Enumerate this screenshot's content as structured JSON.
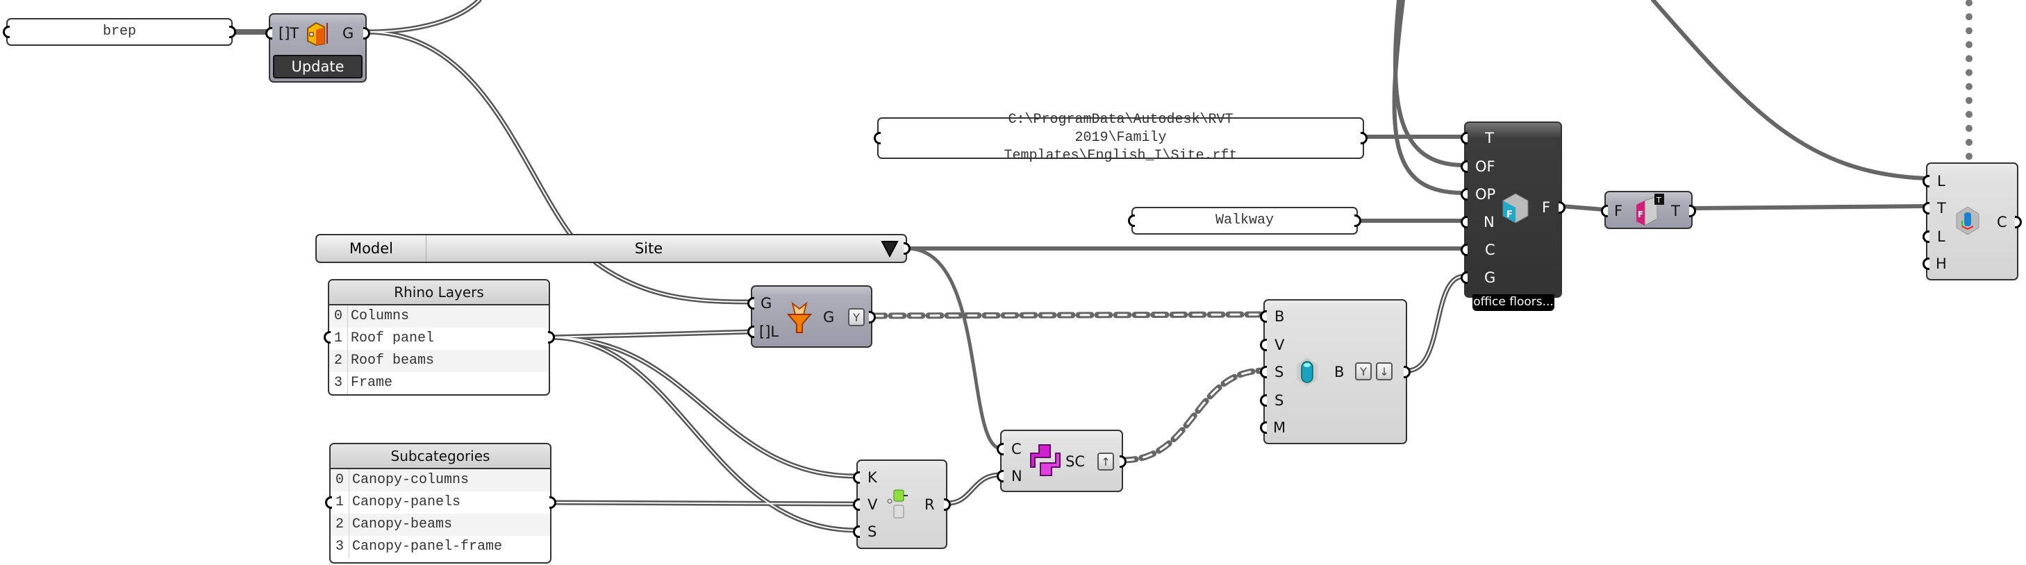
{
  "canvas": {
    "wire_color": "#666666",
    "background": "#ffffff"
  },
  "brep_panel": {
    "text": "brep"
  },
  "geometry_component": {
    "input": "[]T",
    "output": "G",
    "button": "Update",
    "icon": "building-geometry-icon"
  },
  "value_list": {
    "label": "Model",
    "selected": "Site",
    "icon": "dropdown-triangle-icon"
  },
  "rhino_layers": {
    "title": "Rhino Layers",
    "items": [
      {
        "index": "0",
        "value": "Columns"
      },
      {
        "index": "1",
        "value": "Roof panel"
      },
      {
        "index": "2",
        "value": "Roof beams"
      },
      {
        "index": "3",
        "value": "Frame"
      }
    ]
  },
  "subcategories": {
    "title": "Subcategories",
    "items": [
      {
        "index": "0",
        "value": "Canopy-columns"
      },
      {
        "index": "1",
        "value": "Canopy-panels"
      },
      {
        "index": "2",
        "value": "Canopy-beams"
      },
      {
        "index": "3",
        "value": "Canopy-panel-frame"
      }
    ]
  },
  "filter_component": {
    "inputs": [
      "G",
      "[]L"
    ],
    "output": "G",
    "icon": "funnel-icon"
  },
  "template_path_panel": {
    "text": "C:\\ProgramData\\Autodesk\\RVT 2019\\Family Templates\\English_I\\Site.rft"
  },
  "walkway_panel": {
    "text": "Walkway"
  },
  "family_component": {
    "inputs": [
      "T",
      "OF",
      "OP",
      "N",
      "C",
      "G"
    ],
    "output": "F",
    "label": "office floors...",
    "icon": "family-cube-icon"
  },
  "key_value_component": {
    "inputs": [
      "K",
      "V",
      "S"
    ],
    "output": "R",
    "icon": "dictionary-icon"
  },
  "python_component": {
    "inputs": [
      "C",
      "N"
    ],
    "output": "SC",
    "icon": "python-icon"
  },
  "brep_component": {
    "inputs": [
      "B",
      "V",
      "S",
      "S",
      "M"
    ],
    "output": "B",
    "icon": "capsule-icon"
  },
  "family_type_component": {
    "input": "F",
    "output": "T",
    "icon": "family-type-icon"
  },
  "create_component": {
    "inputs": [
      "L",
      "T",
      "L",
      "H"
    ],
    "output": "C",
    "icon": "hex-create-icon"
  }
}
